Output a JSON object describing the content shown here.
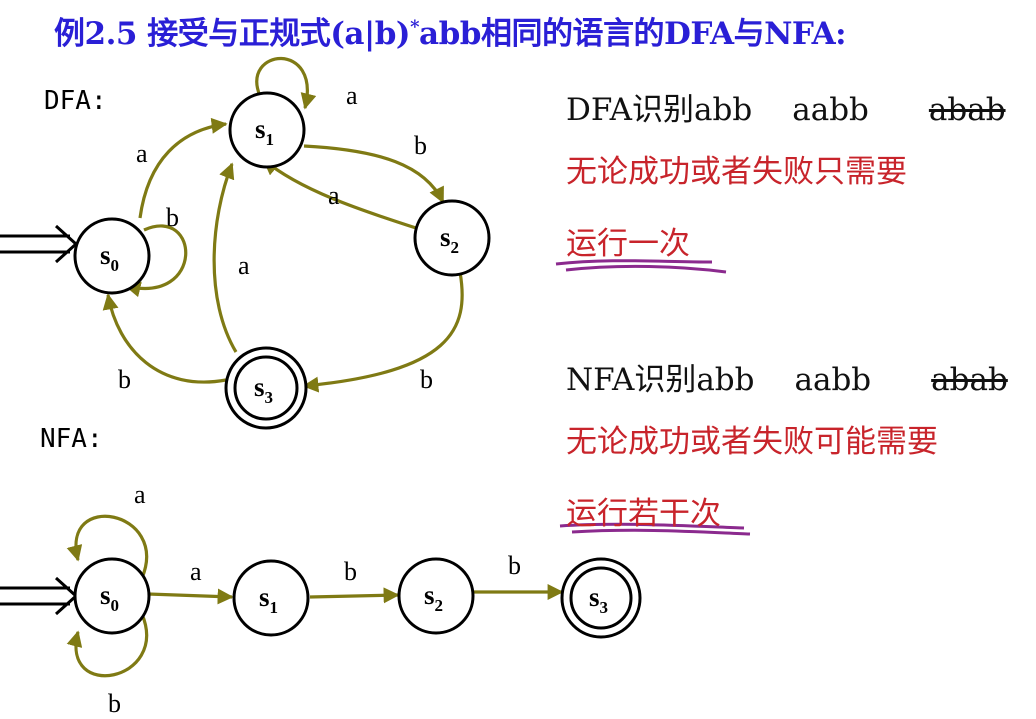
{
  "title": {
    "prefix": "例2.5  接受与正规式(a|b)",
    "sup": "*",
    "suffix": "abb相同的语言的DFA与NFA:"
  },
  "dfa": {
    "label": "DFA:",
    "states": [
      {
        "name": "s",
        "sub": "0",
        "accepting": false
      },
      {
        "name": "s",
        "sub": "1",
        "accepting": false
      },
      {
        "name": "s",
        "sub": "2",
        "accepting": false
      },
      {
        "name": "s",
        "sub": "3",
        "accepting": true
      }
    ],
    "edges": [
      {
        "from": "s0",
        "to": "s1",
        "label": "a"
      },
      {
        "from": "s0",
        "to": "s0",
        "label": "b"
      },
      {
        "from": "s1",
        "to": "s1",
        "label": "a"
      },
      {
        "from": "s1",
        "to": "s2",
        "label": "b"
      },
      {
        "from": "s2",
        "to": "s1",
        "label": "a"
      },
      {
        "from": "s2",
        "to": "s3",
        "label": "b"
      },
      {
        "from": "s3",
        "to": "s1",
        "label": "a"
      },
      {
        "from": "s3",
        "to": "s0",
        "label": "b"
      }
    ]
  },
  "nfa": {
    "label": "NFA:",
    "states": [
      {
        "name": "s",
        "sub": "0",
        "accepting": false
      },
      {
        "name": "s",
        "sub": "1",
        "accepting": false
      },
      {
        "name": "s",
        "sub": "2",
        "accepting": false
      },
      {
        "name": "s",
        "sub": "3",
        "accepting": true
      }
    ],
    "edges": [
      {
        "from": "s0",
        "to": "s0",
        "label": "a"
      },
      {
        "from": "s0",
        "to": "s0",
        "label": "b"
      },
      {
        "from": "s0",
        "to": "s1",
        "label": "a"
      },
      {
        "from": "s1",
        "to": "s2",
        "label": "b"
      },
      {
        "from": "s2",
        "to": "s3",
        "label": "b"
      }
    ]
  },
  "notes": {
    "dfa": {
      "recognize_prefix": "DFA识别abb",
      "word2": "aabb",
      "word3": "abab",
      "line2": "无论成功或者失败只需要",
      "line3": "运行一次"
    },
    "nfa": {
      "recognize_prefix": "NFA识别abb",
      "word2": "aabb",
      "word3": "abab",
      "line2": "无论成功或者失败可能需要",
      "line3": "运行若干次"
    }
  },
  "colors": {
    "title": "#2a1fd6",
    "edge": "#7f7a14",
    "note_red": "#c8242b",
    "underline": "#8b2a8e"
  }
}
